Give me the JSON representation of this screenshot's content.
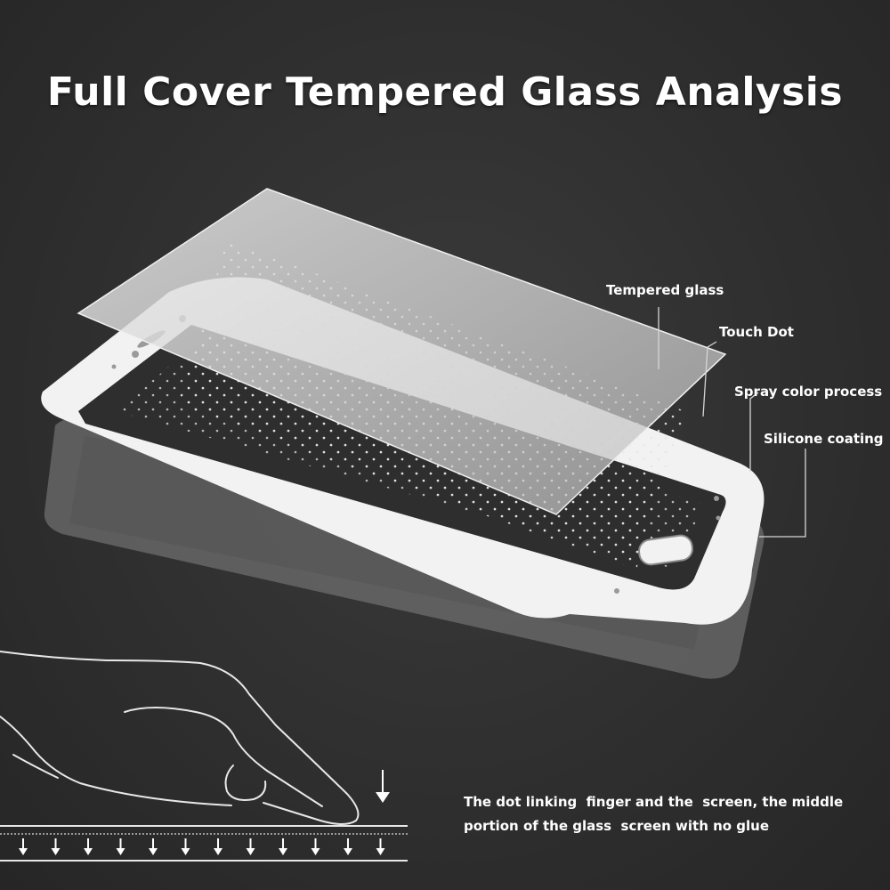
{
  "title": "Full Cover Tempered Glass Analysis",
  "labels": {
    "tempered_glass": "Tempered glass",
    "touch_dot": "Touch Dot",
    "spray_color": "Spray color process",
    "silicone": "Silicone coating"
  },
  "caption": {
    "line1": "The dot linking  finger and the  screen, the middle",
    "line2": "portion of the glass  screen with no glue"
  },
  "colors": {
    "background": "#2f2f2f",
    "frame": "#f2f2f2",
    "glass": "#d9d9d9",
    "text": "#ffffff"
  }
}
